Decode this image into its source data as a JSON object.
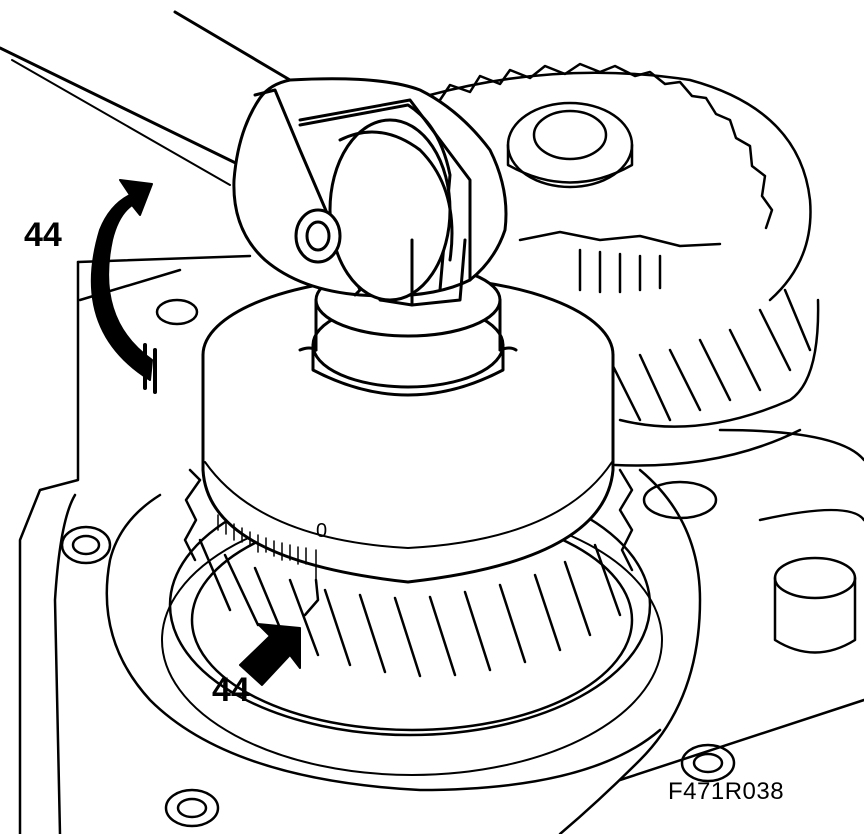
{
  "callouts": {
    "rotation_label": "44",
    "pointer_label": "44"
  },
  "scale": {
    "zero_mark": "0"
  },
  "figure_code": "F471R038",
  "colors": {
    "ink": "#000000",
    "paper": "#ffffff"
  }
}
